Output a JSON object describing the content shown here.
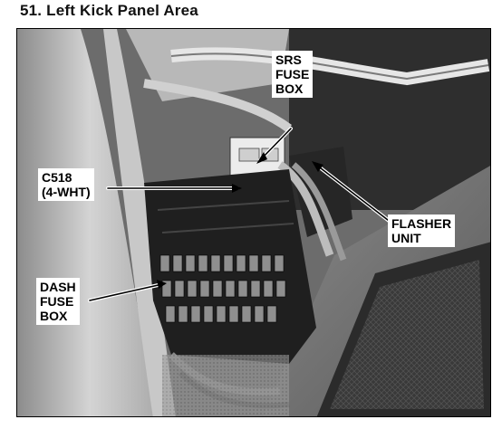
{
  "document": {
    "title": "51. Left Kick Panel Area"
  },
  "callouts": {
    "srs_fuse_box": "SRS\nFUSE\nBOX",
    "c518": "C518\n(4-WHT)",
    "flasher_unit": "FLASHER\nUNIT",
    "dash_fuse_box": "DASH\nFUSE\nBOX"
  }
}
